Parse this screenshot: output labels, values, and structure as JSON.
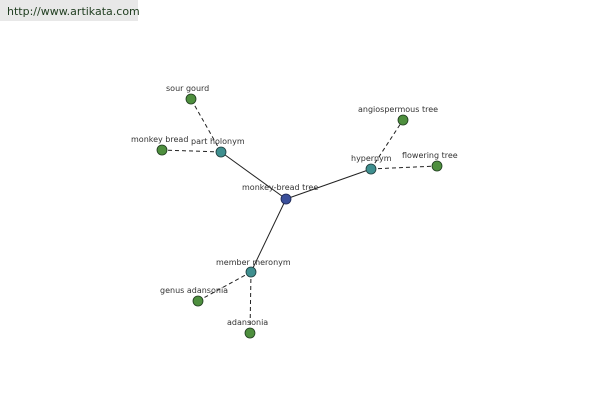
{
  "site": {
    "url": "http://www.artikata.com"
  },
  "colors": {
    "center_node": "#3a4f9a",
    "relation_node": "#3f8f8f",
    "leaf_node": "#4e8f3e",
    "edge": "#222222",
    "banner_bg": "#e8e8e8"
  },
  "graph": {
    "center": {
      "label": "monkey-bread tree",
      "type": "center"
    },
    "relations": [
      {
        "key": "holonym",
        "label": "part holonym",
        "type": "relation"
      },
      {
        "key": "hypernym",
        "label": "hypernym",
        "type": "relation"
      },
      {
        "key": "meronym",
        "label": "member meronym",
        "type": "relation"
      }
    ],
    "leaves": [
      {
        "key": "sour-gourd",
        "label": "sour gourd",
        "parent": "holonym"
      },
      {
        "key": "monkey-bread",
        "label": "monkey bread",
        "parent": "holonym"
      },
      {
        "key": "angiospermous-tree",
        "label": "angiospermous tree",
        "parent": "hypernym"
      },
      {
        "key": "flowering-tree",
        "label": "flowering tree",
        "parent": "hypernym"
      },
      {
        "key": "genus-adansonia",
        "label": "genus adansonia",
        "parent": "meronym"
      },
      {
        "key": "adansonia",
        "label": "adansonia",
        "parent": "meronym"
      }
    ]
  }
}
